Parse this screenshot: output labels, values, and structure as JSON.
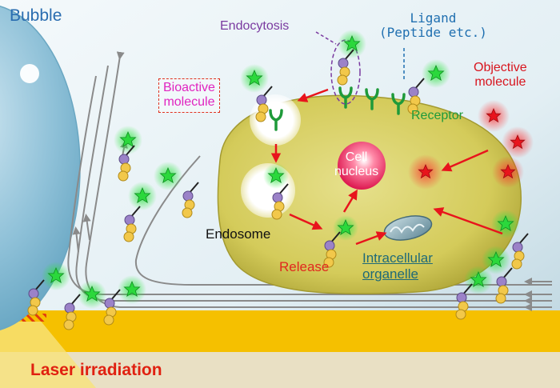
{
  "labels": {
    "bubble": "Bubble",
    "endocytosis": "Endocytosis",
    "ligand": "Ligand",
    "ligand_sub": "(Peptide etc.)",
    "objective": "Objective",
    "objective_sub": "molecule",
    "bioactive": "Bioactive",
    "bioactive_sub": "molecule",
    "receptor": "Receptor",
    "cell": "Cell",
    "nucleus": "nucleus",
    "endosome": "Endosome",
    "release": "Release",
    "organelle": "Intracellular",
    "organelle_sub": "organelle",
    "laser": "Laser irradiation"
  },
  "colors": {
    "bubble": "#7fb8d2",
    "cell": "#d8cf66",
    "ligand_molecule": "#35d24a",
    "objective_molecule": "#e8141c",
    "flow_lines": "#8a8a8a",
    "substrate": "#f5c000",
    "laser_text": "#e02010"
  },
  "icons": [
    "bubble-shape",
    "cell-body",
    "cell-nucleus",
    "endosome-vesicle",
    "receptor-icon",
    "star-molecule-icon",
    "organelle-icon",
    "flow-arrow-icon"
  ]
}
